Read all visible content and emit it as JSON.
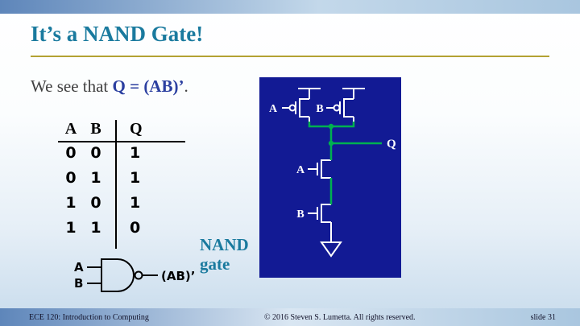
{
  "slide": {
    "title": "It’s a NAND Gate!",
    "body": {
      "prefix": "We see that ",
      "formula": "Q = (AB)’",
      "suffix": "."
    },
    "nand_caption": {
      "line1": "NAND",
      "line2": "gate"
    }
  },
  "truth_table": {
    "headers": [
      "A",
      "B",
      "Q"
    ],
    "rows": [
      [
        "0",
        "0",
        "1"
      ],
      [
        "0",
        "1",
        "1"
      ],
      [
        "1",
        "0",
        "1"
      ],
      [
        "1",
        "1",
        "0"
      ]
    ]
  },
  "gate_symbol": {
    "input_a": "A",
    "input_b": "B",
    "output_label": "(AB)’"
  },
  "schematic": {
    "pmos_a": "A",
    "pmos_b": "B",
    "nmos_a": "A",
    "nmos_b": "B",
    "output": "Q",
    "panel_color": "#121A94",
    "wire_color": "#00B050"
  },
  "footer": {
    "course": "ECE 120: Introduction to Computing",
    "copyright": "© 2016 Steven S. Lumetta.  All rights reserved.",
    "slide_number": "slide 31"
  },
  "colors": {
    "title_teal": "#1a7a9e",
    "formula_blue": "#2b3fa0",
    "rule_gold": "#b3a233"
  }
}
